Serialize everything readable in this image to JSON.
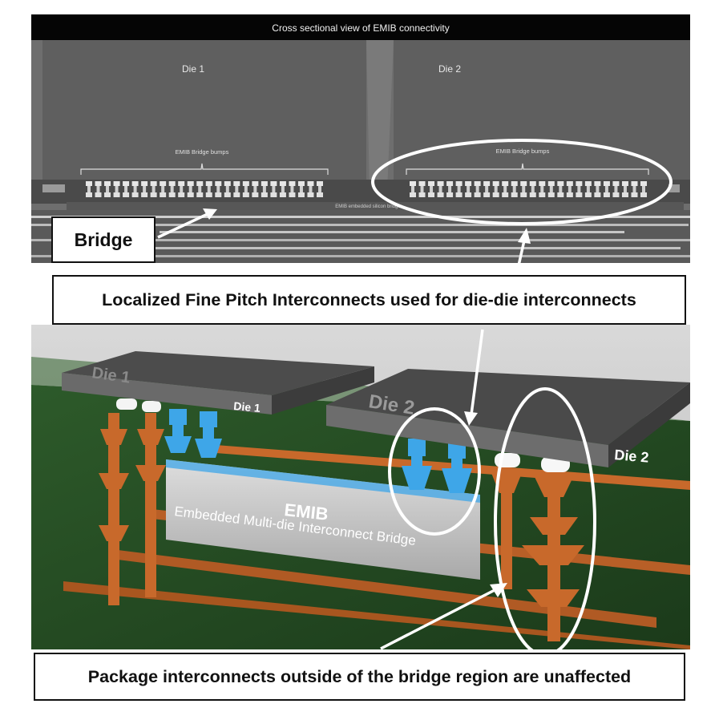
{
  "cross_section": {
    "title": "Cross sectional view of EMIB connectivity",
    "die1_label": "Die 1",
    "die2_label": "Die 2",
    "bumps_label_left": "EMIB Bridge bumps",
    "bumps_label_right": "EMIB Bridge bumps",
    "embedded_label": "EMIB embedded silicon bridge"
  },
  "render_3d": {
    "die1_top_label": "Die 1",
    "die1_side_label": "Die 1",
    "die2_top_label": "Die 2",
    "die2_side_label": "Die 2",
    "emib_label": "EMIB",
    "emib_full_name": "Embedded Multi-die Interconnect Bridge"
  },
  "callouts": {
    "bridge": "Bridge",
    "fine_pitch": "Localized Fine Pitch Interconnects used for die-die interconnects",
    "package": "Package interconnects outside of the bridge region are unaffected"
  },
  "colors": {
    "die_gray": "#5e5e5e",
    "substrate_green": "#234a22",
    "copper_orange": "#c86a2c",
    "bump_blue": "#3ea6e8",
    "bridge_silver": "#c9c9c9",
    "annotation_white": "#ffffff"
  }
}
